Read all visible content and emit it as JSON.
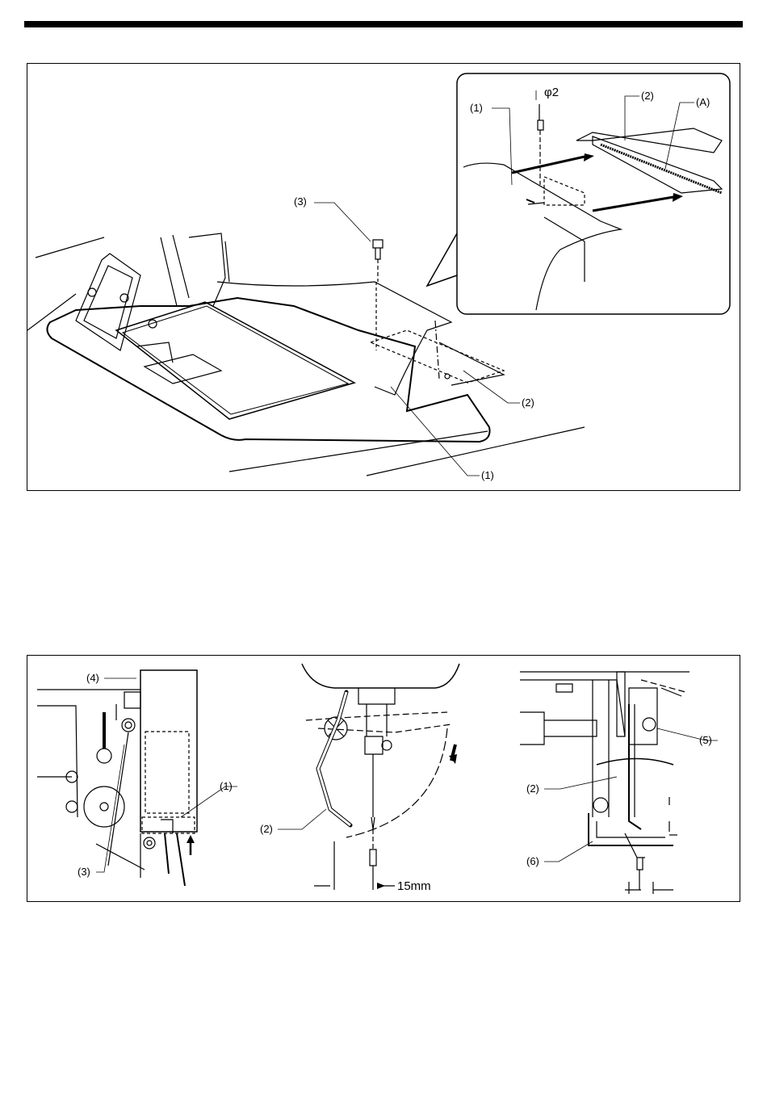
{
  "figure1": {
    "labels": {
      "l1_inset": "(1)",
      "phi": "φ2",
      "l2_inset": "(2)",
      "lA": "(A)",
      "l3": "(3)",
      "l2": "(2)",
      "l1": "(1)"
    }
  },
  "figure2": {
    "labels": {
      "l4": "(4)",
      "l1": "(1)",
      "l3": "(3)",
      "l2_mid": "(2)",
      "dim": "15mm",
      "l5": "(5)",
      "l2_right": "(2)",
      "l6": "(6)"
    }
  }
}
